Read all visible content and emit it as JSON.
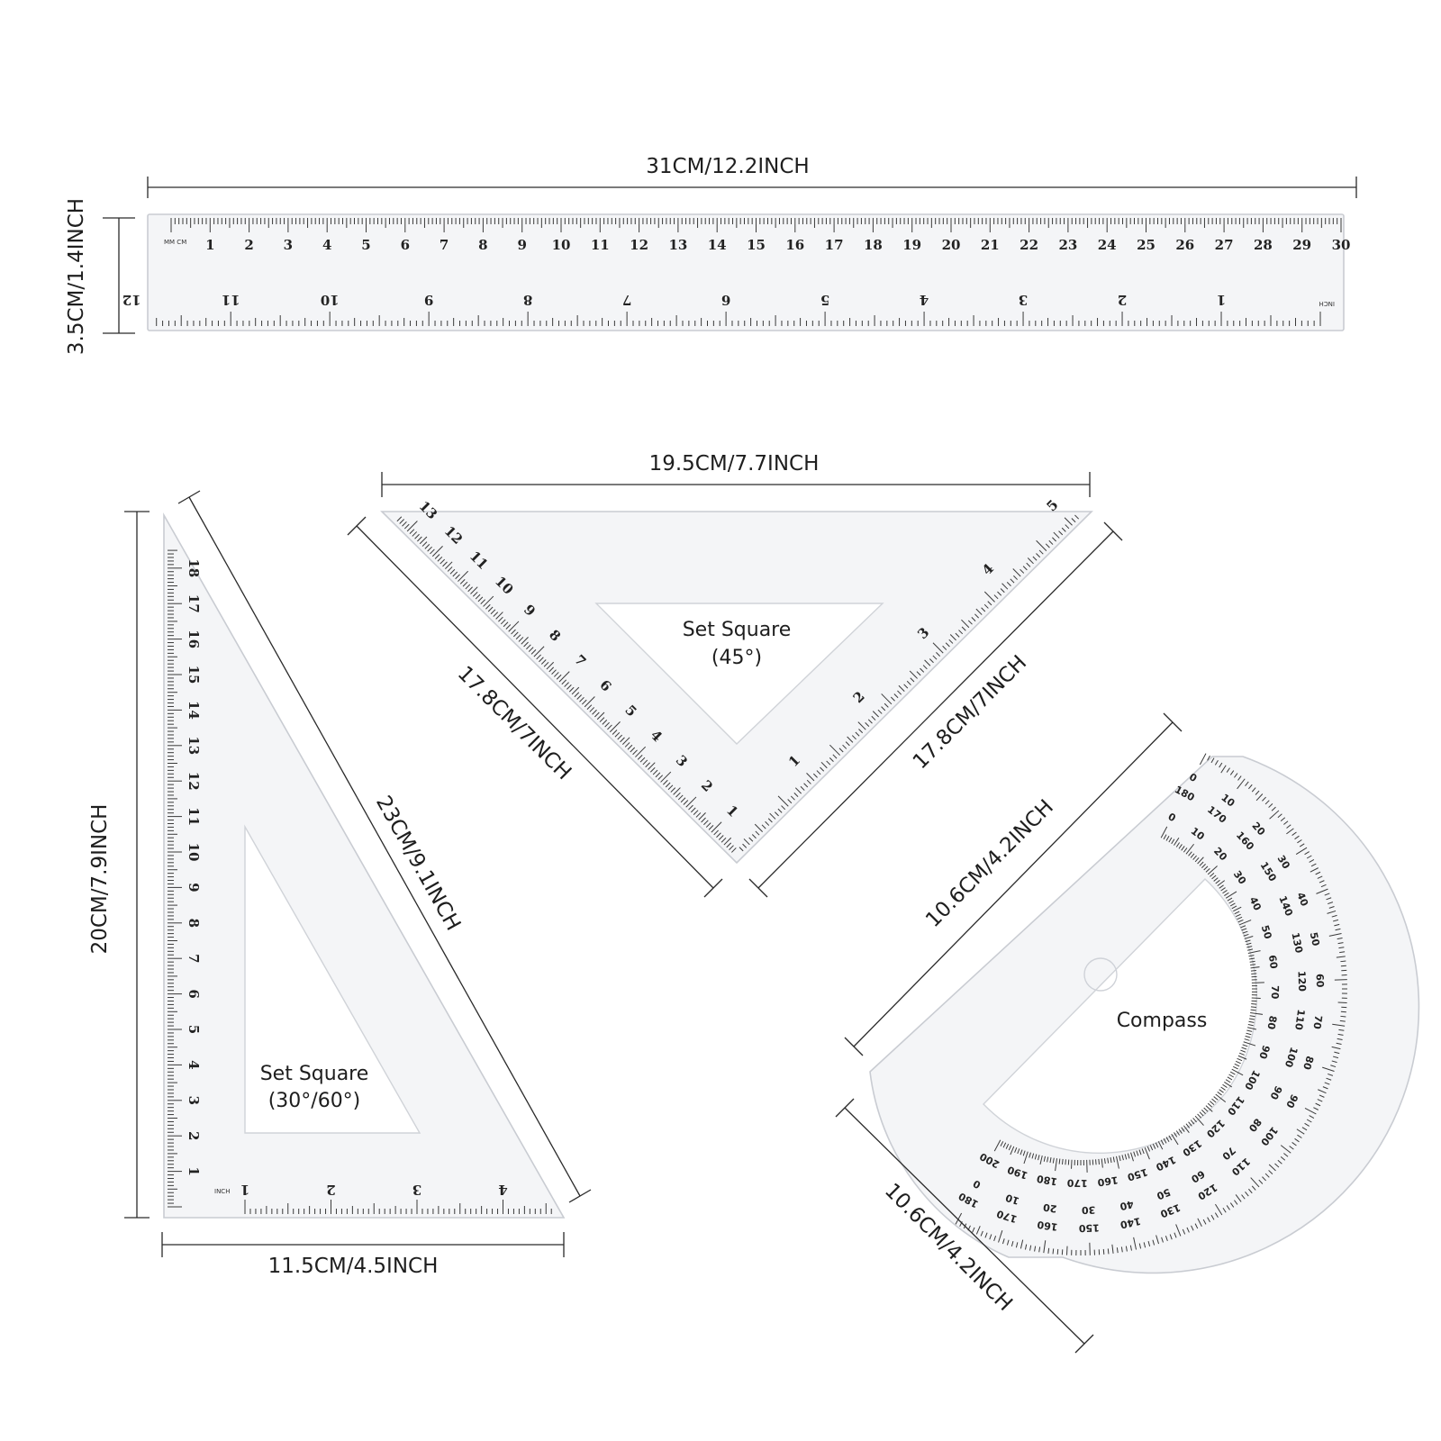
{
  "dimensions": {
    "ruler_length": "31CM/12.2INCH",
    "ruler_height": "3.5CM/1.4INCH",
    "set45_top": "19.5CM/7.7INCH",
    "set45_left": "17.8CM/7INCH",
    "set45_right": "17.8CM/7INCH",
    "set3060_height": "20CM/7.9INCH",
    "set3060_hyp": "23CM/9.1INCH",
    "set3060_base": "11.5CM/4.5INCH",
    "compass_top": "10.6CM/4.2INCH",
    "compass_bottom": "10.6CM/4.2INCH"
  },
  "labels": {
    "set45_line1": "Set Square",
    "set45_line2": "(45°)",
    "set3060_line1": "Set Square",
    "set3060_line2": "(30°/60°)",
    "compass": "Compass"
  },
  "ruler": {
    "unit_top": "MM CM",
    "unit_bottom": "INCH",
    "cm_numbers": [
      "1",
      "2",
      "3",
      "4",
      "5",
      "6",
      "7",
      "8",
      "9",
      "10",
      "11",
      "12",
      "13",
      "14",
      "15",
      "16",
      "17",
      "18",
      "19",
      "20",
      "21",
      "22",
      "23",
      "24",
      "25",
      "26",
      "27",
      "28",
      "29",
      "30"
    ],
    "inch_numbers": [
      "1",
      "2",
      "3",
      "4",
      "5",
      "6",
      "7",
      "8",
      "9",
      "10",
      "11",
      "12"
    ]
  },
  "set45": {
    "cm_numbers": [
      "1",
      "2",
      "3",
      "4",
      "5",
      "6",
      "7",
      "8",
      "9",
      "10",
      "11",
      "12",
      "13"
    ],
    "inch_numbers": [
      "1",
      "2",
      "3",
      "4",
      "5"
    ]
  },
  "set3060": {
    "cm_numbers": [
      "1",
      "2",
      "3",
      "4",
      "5",
      "6",
      "7",
      "8",
      "9",
      "10",
      "11",
      "12",
      "13",
      "14",
      "15",
      "16",
      "17",
      "18"
    ],
    "inch_numbers": [
      "1",
      "2",
      "3",
      "4"
    ],
    "unit_label": "INCH"
  },
  "protractor": {
    "outer_numbers": [
      "0",
      "10",
      "20",
      "30",
      "40",
      "50",
      "60",
      "70",
      "80",
      "90",
      "100",
      "110",
      "120",
      "130",
      "140",
      "150",
      "160",
      "170",
      "180"
    ],
    "inner_numbers": [
      "0",
      "10",
      "20",
      "30",
      "40",
      "50",
      "60",
      "70",
      "80",
      "90",
      "100",
      "110",
      "120",
      "130",
      "140",
      "150",
      "160",
      "170",
      "180",
      "190",
      "200"
    ]
  }
}
